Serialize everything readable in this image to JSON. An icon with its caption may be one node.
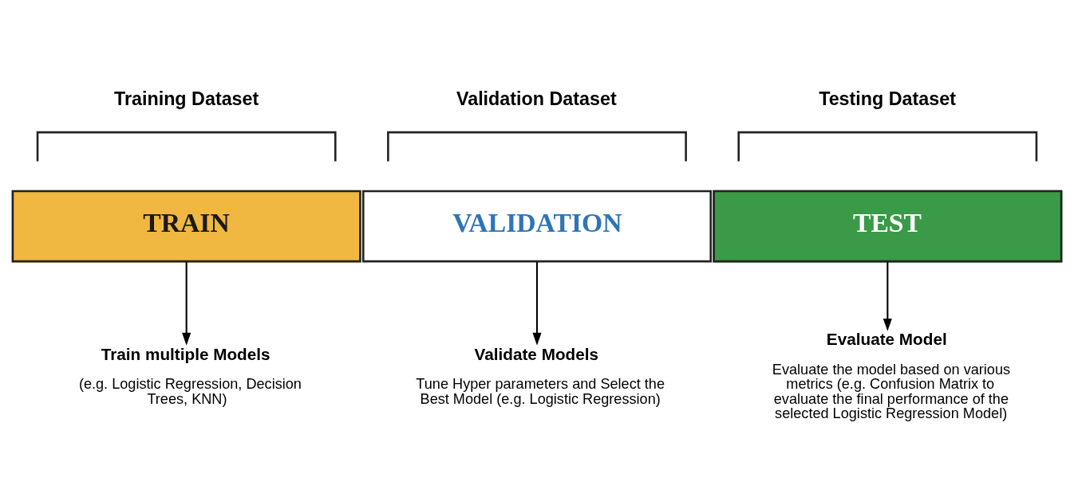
{
  "diagram": {
    "nodes": [
      {
        "text": [
          "TRAIN"
        ],
        "beside": [
          "Training Dataset"
        ]
      },
      {
        "text": [
          "VALIDATION"
        ],
        "beside": [
          "Validation Dataset"
        ]
      },
      {
        "text": [
          "TEST"
        ],
        "beside": [
          "Testing Dataset"
        ]
      },
      {
        "text": [
          "Train multiple Models",
          "(e.g. Logistic Regression, Decision Trees, KNN)"
        ]
      },
      {
        "text": [
          "Validate Models",
          "Tune Hyper parameters and Select the Best Model (e.g. Logistic Regression)"
        ]
      },
      {
        "text": [
          "Evaluate Model",
          "Evaluate the model based on various metrics (e.g. Confusion Matrix to evaluate the final performance of the selected Logistic Regression Model)"
        ]
      }
    ],
    "edges": [
      {
        "from": 0,
        "to": 3,
        "arrow": "to"
      },
      {
        "from": 1,
        "to": 4,
        "arrow": "to"
      },
      {
        "from": 2,
        "to": 5,
        "arrow": "to"
      }
    ]
  }
}
